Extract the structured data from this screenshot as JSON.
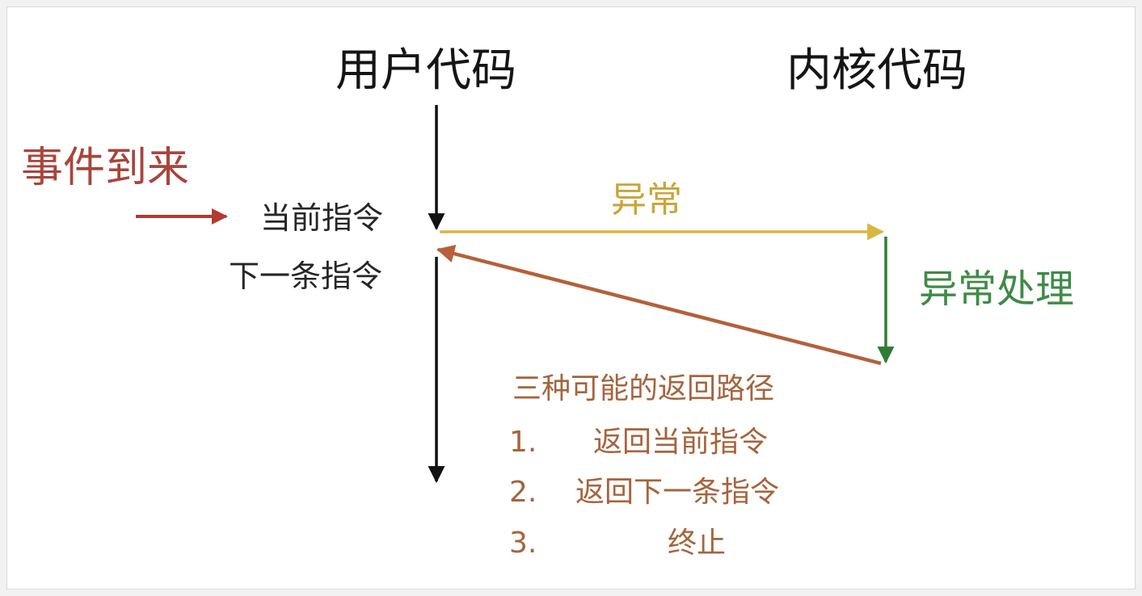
{
  "headers": {
    "user_code": "用户代码",
    "kernel_code": "内核代码"
  },
  "event_label": "事件到来",
  "instructions": {
    "current": "当前指令",
    "next": "下一条指令"
  },
  "exception_label": "异常",
  "handler_label": "异常处理",
  "return_paths": {
    "title": "三种可能的返回路径",
    "items": [
      {
        "num": "1.",
        "text": "返回当前指令"
      },
      {
        "num": "2.",
        "text": "返回下一条指令"
      },
      {
        "num": "3.",
        "text": "终止"
      }
    ]
  },
  "colors": {
    "timeline": "#111111",
    "event": "#b23a33",
    "exception": "#d8b73f",
    "handler": "#2e7d32",
    "return": "#b5603a",
    "paths_text": "#a5643d"
  }
}
